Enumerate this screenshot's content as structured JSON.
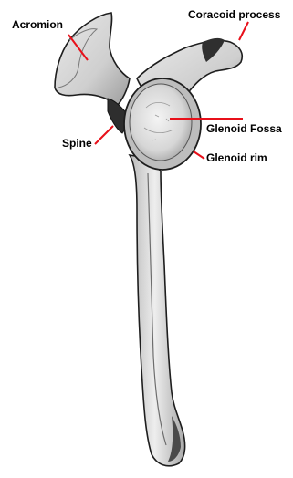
{
  "figure": {
    "labels": {
      "acromion": "Acromion",
      "coracoid_process": "Coracoid process",
      "glenoid_fossa": "Glenoid Fossa",
      "spine": "Spine",
      "glenoid_rim": "Glenoid rim"
    },
    "colors": {
      "leader_line": "#e8101a",
      "bone_fill": "#d9d9d9",
      "bone_outline": "#1e1e1e",
      "shadow": "#3c3c3c",
      "label_text": "#000000",
      "background": "#ffffff"
    }
  }
}
